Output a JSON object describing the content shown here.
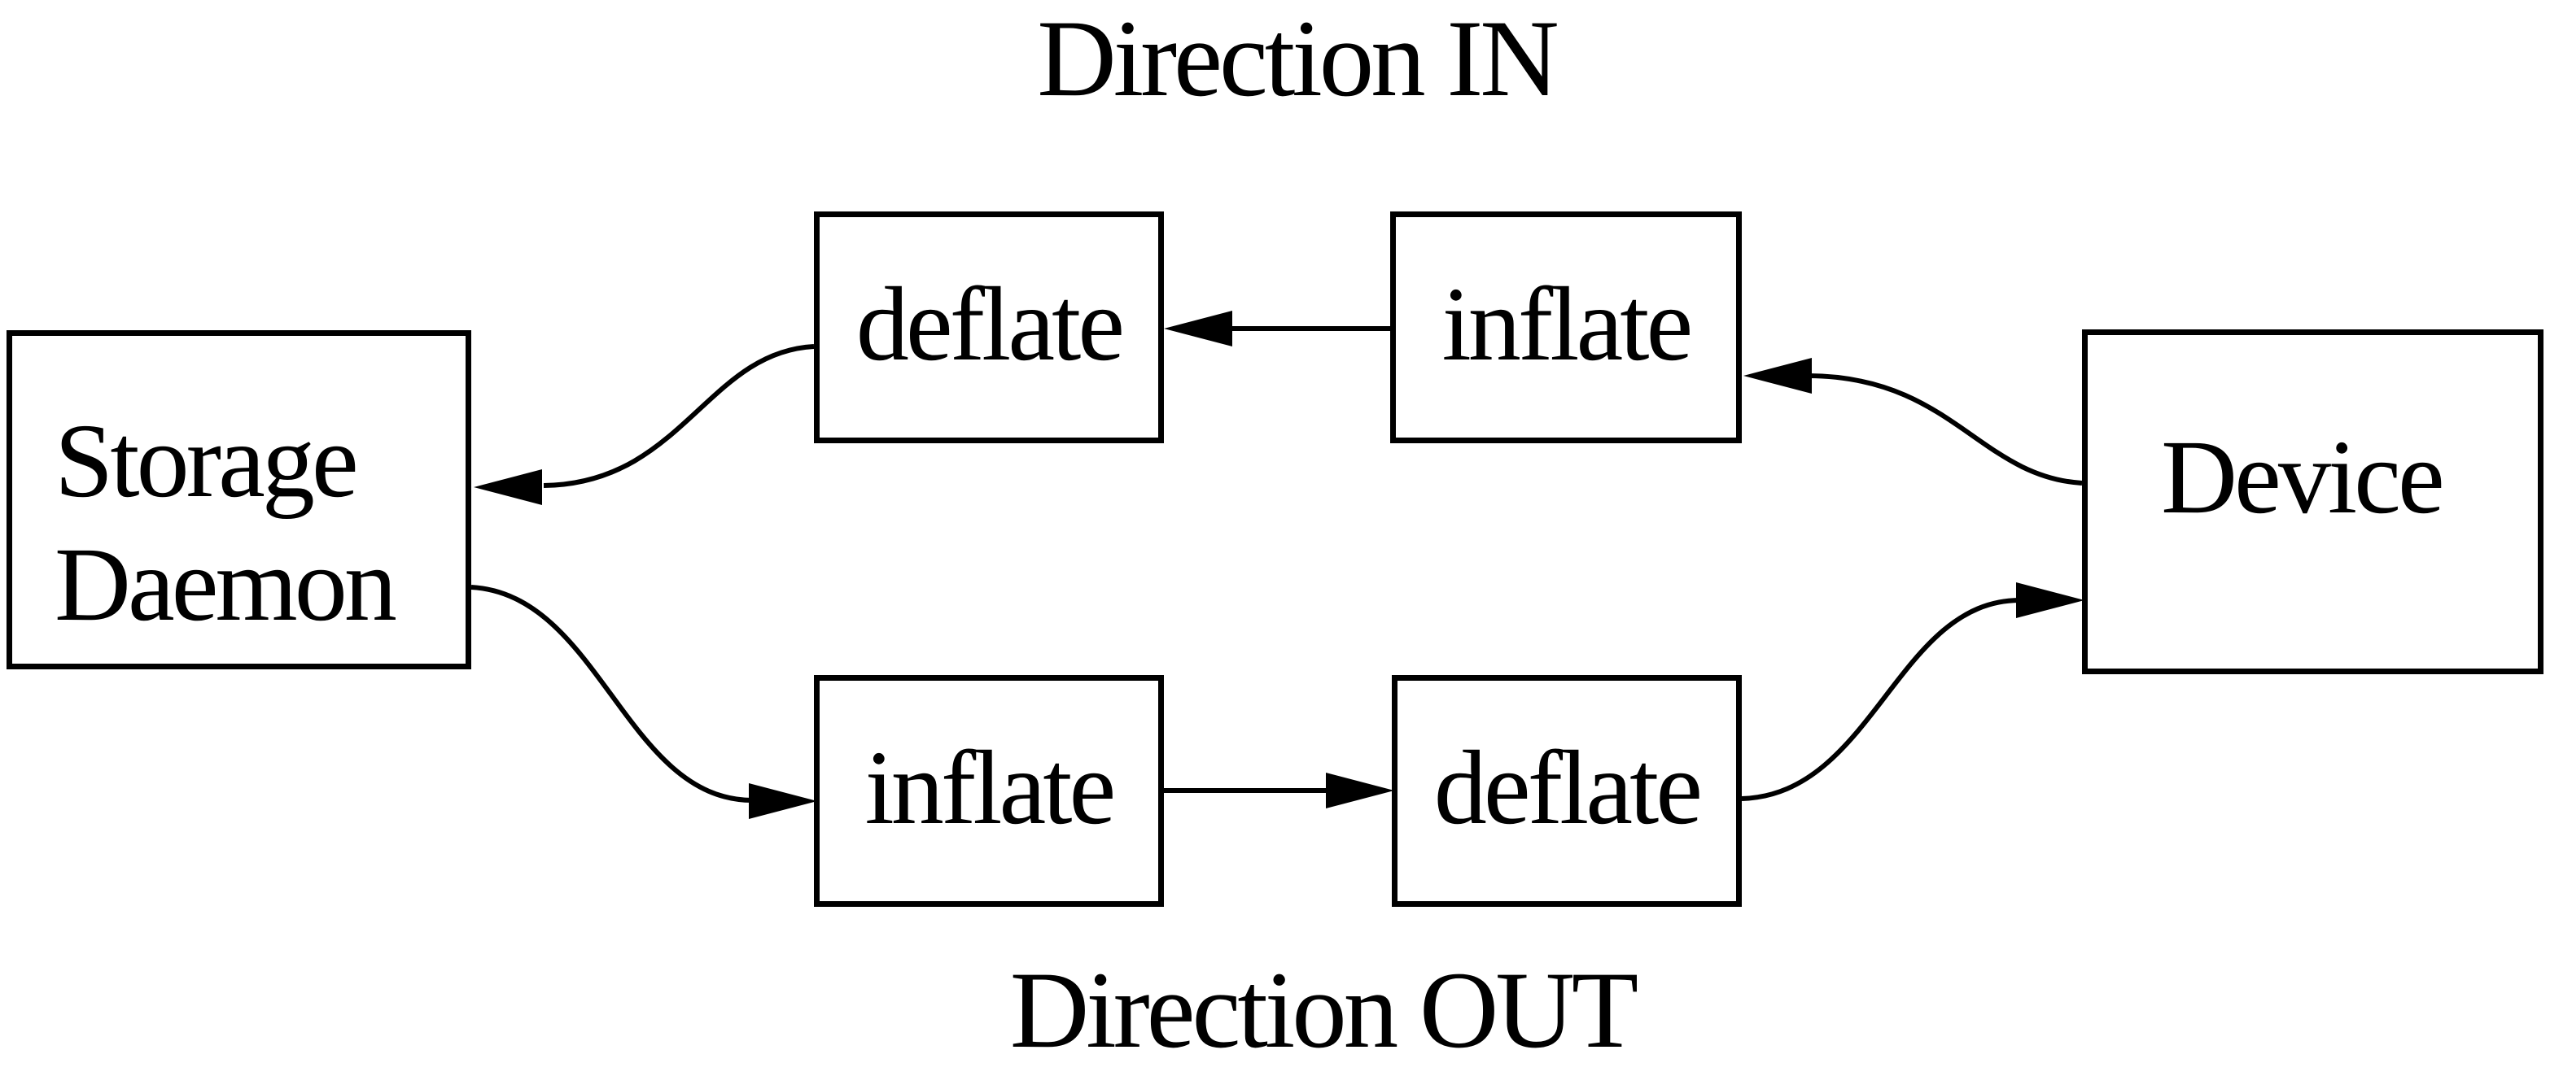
{
  "diagram": {
    "background_color": "#ffffff",
    "line_color": "#000000",
    "title_top": "Direction IN",
    "title_bottom": "Direction OUT",
    "nodes": {
      "storage_daemon": {
        "line1": "Storage",
        "line2": "Daemon"
      },
      "in_deflate": {
        "label": "deflate"
      },
      "in_inflate": {
        "label": "inflate"
      },
      "out_inflate": {
        "label": "inflate"
      },
      "out_deflate": {
        "label": "deflate"
      },
      "device": {
        "label": "Device"
      }
    },
    "edges": [
      {
        "flow": "Direction IN",
        "from": "device",
        "to": "in_inflate"
      },
      {
        "flow": "Direction IN",
        "from": "in_inflate",
        "to": "in_deflate"
      },
      {
        "flow": "Direction IN",
        "from": "in_deflate",
        "to": "storage_daemon"
      },
      {
        "flow": "Direction OUT",
        "from": "storage_daemon",
        "to": "out_inflate"
      },
      {
        "flow": "Direction OUT",
        "from": "out_inflate",
        "to": "out_deflate"
      },
      {
        "flow": "Direction OUT",
        "from": "out_deflate",
        "to": "device"
      }
    ]
  }
}
